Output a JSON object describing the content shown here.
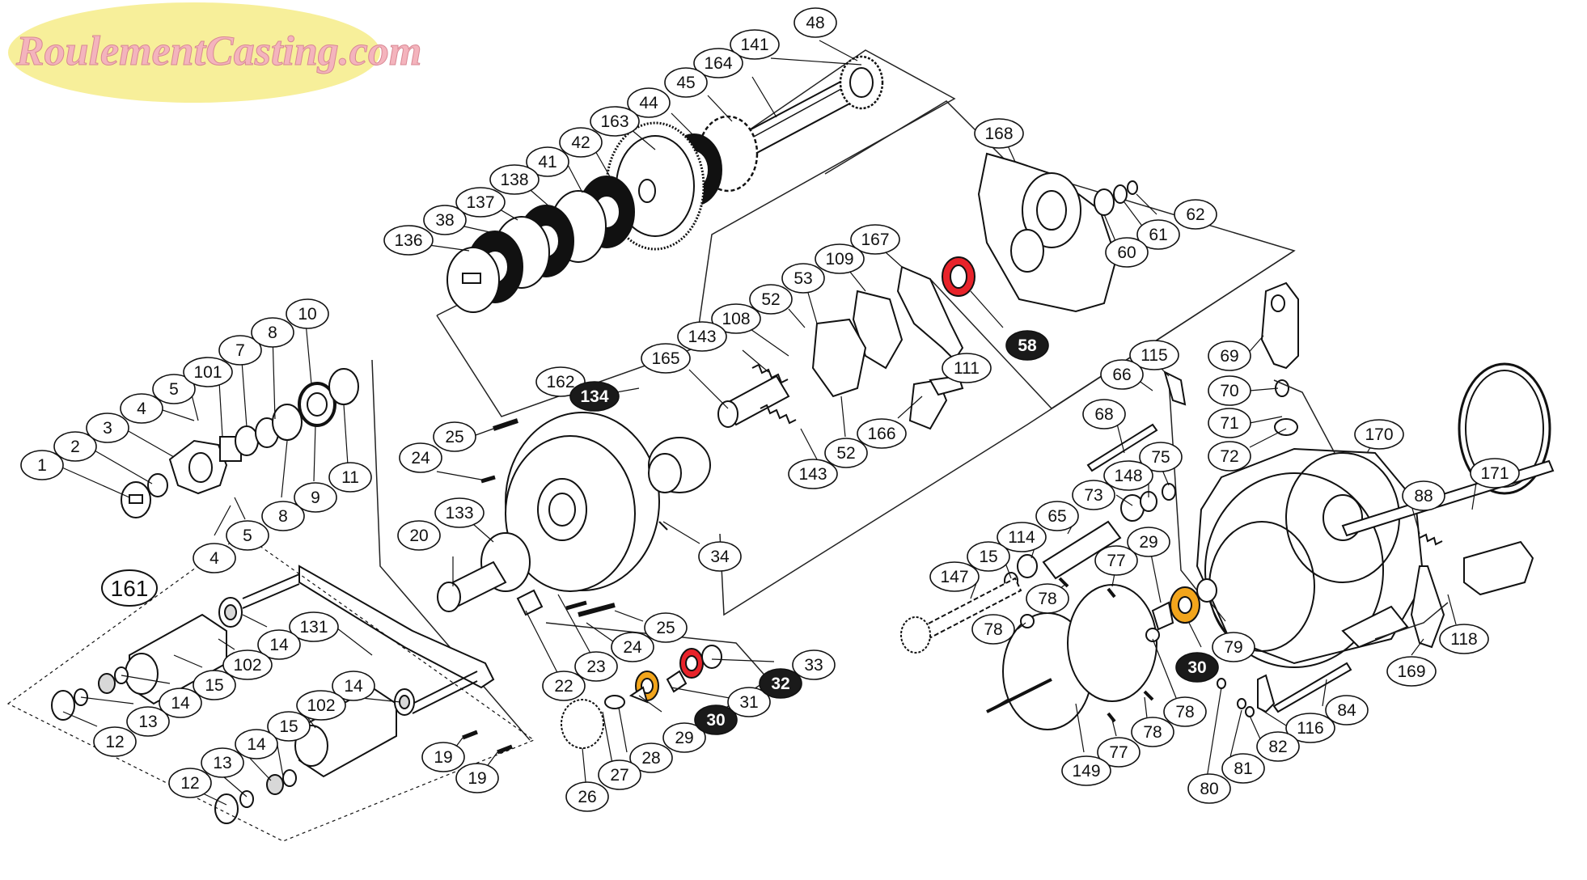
{
  "logo": {
    "text": "RoulementCasting.com"
  },
  "colors": {
    "bearing_red": "#e8232a",
    "bearing_orange": "#f2a51c",
    "highlight_badge": "#1a1a1a",
    "logo_bg": "#f7ef9a",
    "logo_text": "#f4b4bd"
  },
  "labels": {
    "l48": "48",
    "l141": "141",
    "l164": "164",
    "l45": "45",
    "l44": "44",
    "l163": "163",
    "l42": "42",
    "l41": "41",
    "l138": "138",
    "l137": "137",
    "l38": "38",
    "l136": "136",
    "l168": "168",
    "l62": "62",
    "l61": "61",
    "l60": "60",
    "l167": "167",
    "l109": "109",
    "l53": "53",
    "l52a": "52",
    "l108": "108",
    "l143a": "143",
    "l165": "165",
    "l52b": "52",
    "l143b": "143",
    "l166": "166",
    "l111": "111",
    "l162": "162",
    "l25a": "25",
    "l24a": "24",
    "l133": "133",
    "l20": "20",
    "l34": "34",
    "l25b": "25",
    "l24b": "24",
    "l22": "22",
    "l23": "23",
    "l33": "33",
    "l31": "31",
    "l29a": "29",
    "l28": "28",
    "l27": "27",
    "l26": "26",
    "l1": "1",
    "l2": "2",
    "l3": "3",
    "l4a": "4",
    "l5a": "5",
    "l101": "101",
    "l7": "7",
    "l8a": "8",
    "l10": "10",
    "l11": "11",
    "l9": "9",
    "l8b": "8",
    "l5b": "5",
    "l4b": "4",
    "l131": "131",
    "l14a": "14",
    "l102a": "102",
    "l15a": "15",
    "l14b": "14",
    "l13a": "13",
    "l12a": "12",
    "l14c": "14",
    "l102b": "102",
    "l15b": "15",
    "l14d": "14",
    "l13b": "13",
    "l12b": "12",
    "l19a": "19",
    "l19b": "19",
    "l115": "115",
    "l66": "66",
    "l69": "69",
    "l70": "70",
    "l71": "71",
    "l72": "72",
    "l68": "68",
    "l75": "75",
    "l148": "148",
    "l73": "73",
    "l65": "65",
    "l114": "114",
    "l15c": "15",
    "l147": "147",
    "l77a": "77",
    "l29b": "29",
    "l78a": "78",
    "l78b": "78",
    "l78c": "78",
    "l78d": "78",
    "l77b": "77",
    "l149": "149",
    "l79": "79",
    "l170": "170",
    "l171": "171",
    "l88": "88",
    "l118": "118",
    "l169": "169",
    "l84": "84",
    "l116": "116",
    "l82": "82",
    "l81": "81",
    "l80": "80"
  },
  "highlighted_labels": {
    "h134": "134",
    "h58": "58",
    "h32": "32",
    "h30a": "30",
    "h30b": "30"
  },
  "group_label": {
    "l161": "161"
  }
}
